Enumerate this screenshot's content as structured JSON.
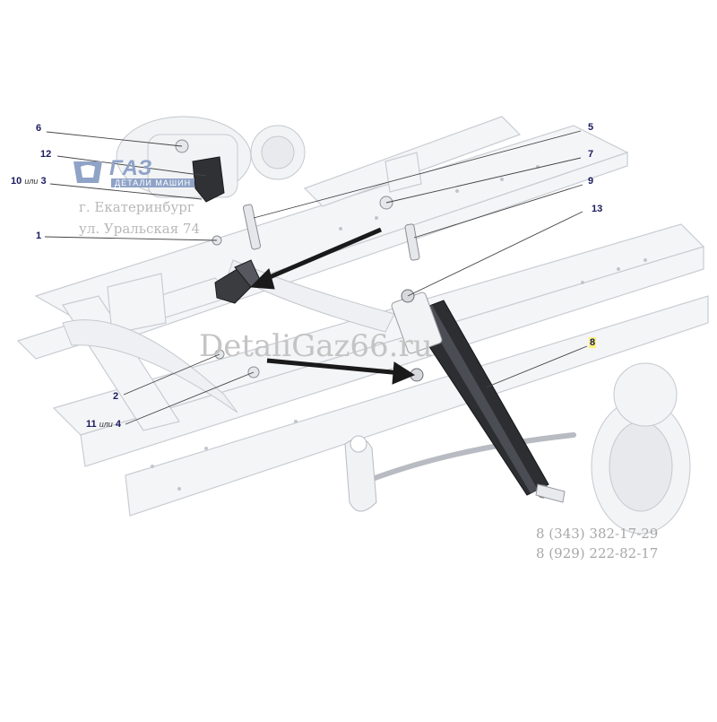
{
  "callouts": {
    "c6": "6",
    "c12": "12",
    "c10": "10",
    "c10_or": "или",
    "c3": "3",
    "c1": "1",
    "c5": "5",
    "c7": "7",
    "c9": "9",
    "c13": "13",
    "c8": "8",
    "c2": "2",
    "c11": "11",
    "c11_or": "или",
    "c4": "4"
  },
  "watermark": {
    "logo_text": "ГАЗ",
    "logo_sub": "ДЕТАЛИ МАШИН",
    "city": "г. Екатеринбург",
    "street": "ул. Уральская 74",
    "site": "DetaliGaz66.ru",
    "phone1": "8 (343) 382-17-29",
    "phone2": "8 (929) 222-82-17"
  },
  "colors": {
    "frame_fill": "#f4f5f7",
    "frame_stroke": "#c9ccd2",
    "part_dark": "#3a3c40",
    "leader": "#444444",
    "arrow": "#1a1a1a",
    "highlight": "#fff27a",
    "callout_text": "#1a1a5e"
  }
}
